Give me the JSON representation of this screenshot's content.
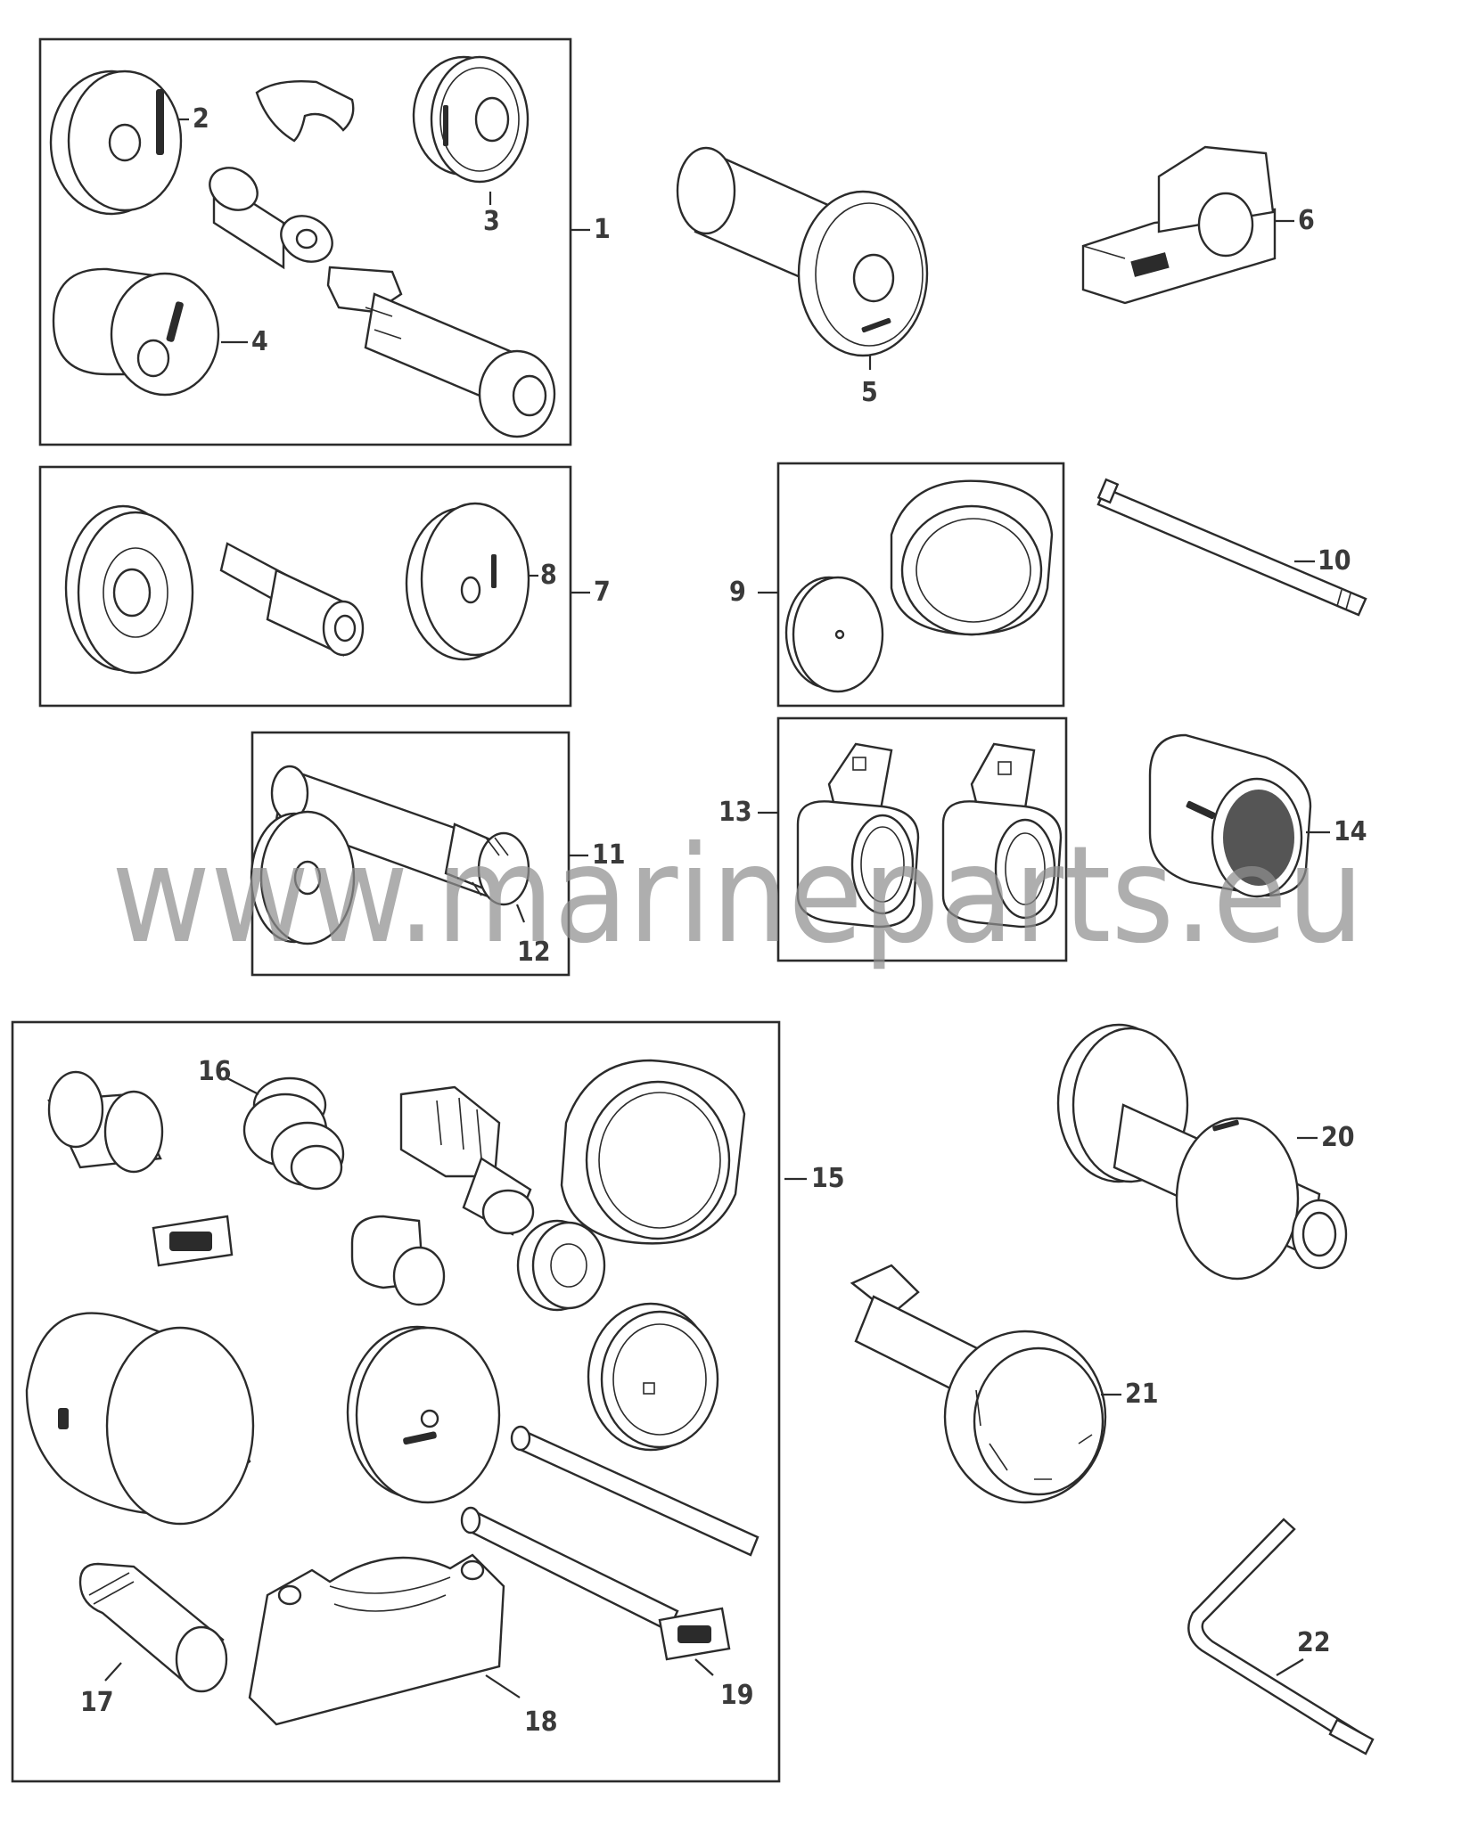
{
  "labels": {
    "l1": "1",
    "l2": "2",
    "l3": "3",
    "l4": "4",
    "l5": "5",
    "l6": "6",
    "l7": "7",
    "l8": "8",
    "l9": "9",
    "l10": "10",
    "l11": "11",
    "l12": "12",
    "l13": "13",
    "l14": "14",
    "l15": "15",
    "l16": "16",
    "l17": "17",
    "l18": "18",
    "l19": "19",
    "l20": "20",
    "l21": "21",
    "l22": "22"
  },
  "watermark": "www.marineparts.eu"
}
